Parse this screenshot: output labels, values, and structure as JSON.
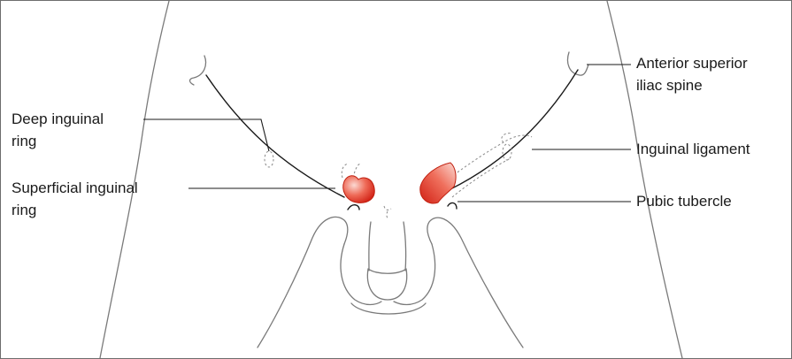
{
  "labels": {
    "deep_ring": [
      "Deep inguinal",
      "ring"
    ],
    "superficial_ring": [
      "Superficial inguinal",
      "ring"
    ],
    "asis": [
      "Anterior superior",
      "iliac spine"
    ],
    "inguinal_ligament": "Inguinal ligament",
    "pubic_tubercle": "Pubic tubercle"
  },
  "colors": {
    "cord_light": "#f6c2b8",
    "cord_dark": "#d7281b",
    "outline": "#7a7a7a",
    "line": "#1a1a1a"
  }
}
